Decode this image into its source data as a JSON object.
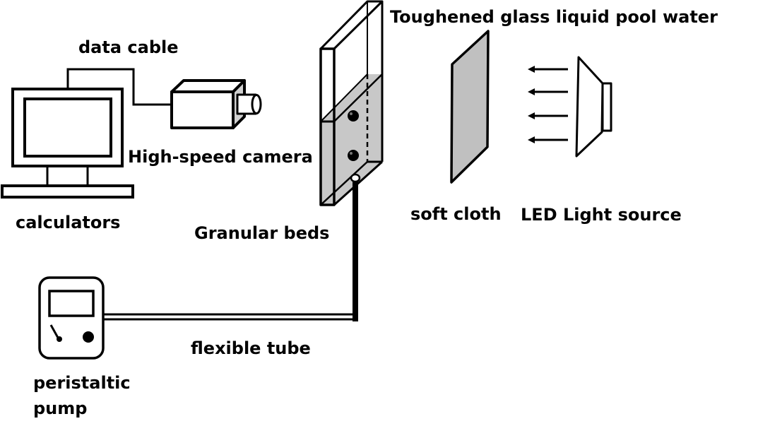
{
  "title": "Experimental setup schematic",
  "labels": {
    "data_cable": "data cable",
    "high_speed_camera": "High-speed camera",
    "calculators": "calculators",
    "granular_beds": "Granular beds",
    "glass_pool": "Toughened glass liquid pool water",
    "soft_cloth": "soft cloth",
    "led_light_source": "LED Light source",
    "flexible_tube": "flexible tube",
    "peristaltic_pump_line1": "peristaltic",
    "peristaltic_pump_line2": "pump"
  },
  "colors": {
    "stroke": "#000000",
    "water_fill": "#c8c8c8",
    "cloth_fill": "#c0c0c0",
    "camera_side": "#d0d0d0",
    "background": "#ffffff"
  },
  "light_arrow_count": 4,
  "particle_count": 2
}
